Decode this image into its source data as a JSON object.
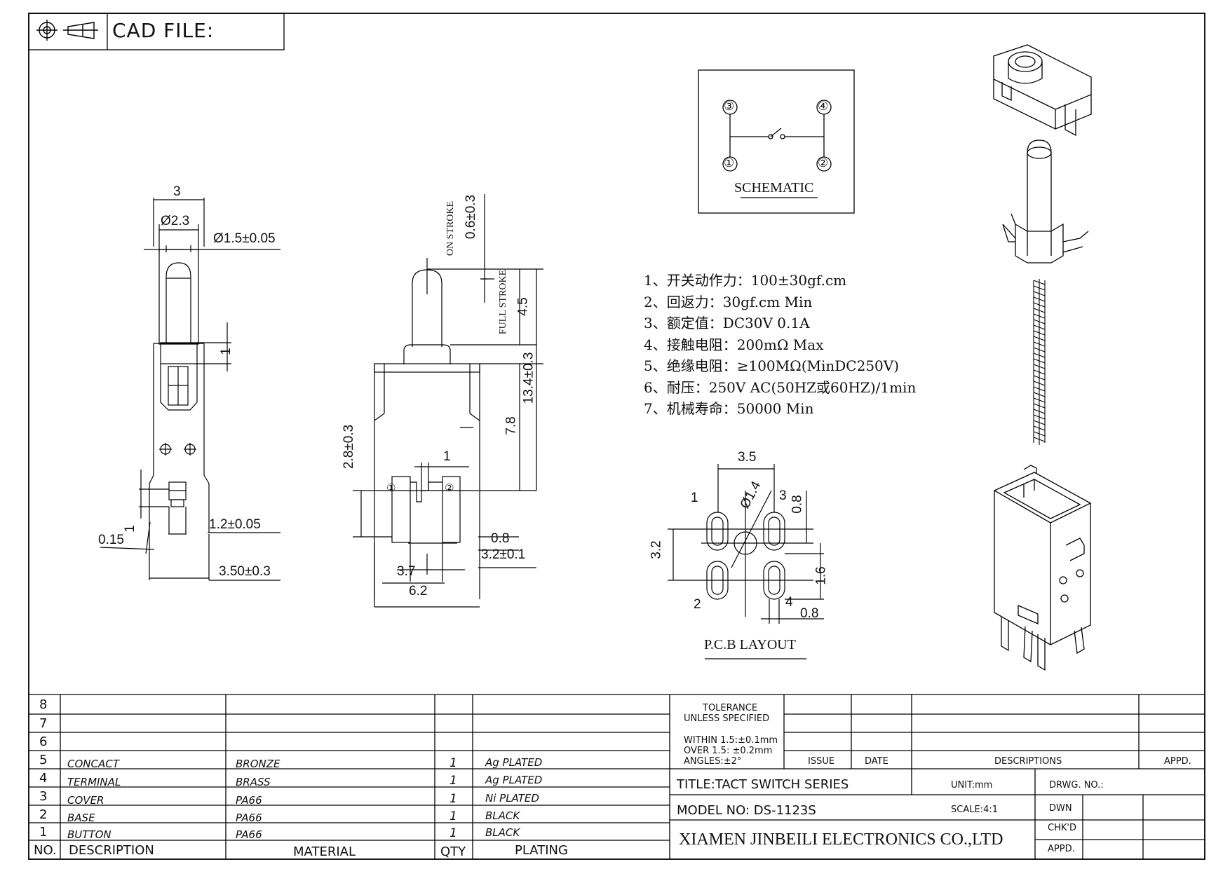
{
  "header": {
    "cad_label": "CAD FILE:",
    "symbol_icons": [
      "first-angle-projection-circle-icon",
      "first-angle-projection-cone-icon"
    ]
  },
  "side_view": {
    "dims": {
      "width_top": "3",
      "dia_button": "Ø2.3",
      "dia_shaft": "Ø1.5±0.05",
      "step": "1",
      "lead_small": "1",
      "lead_thick": "0.15",
      "lead_width": "1.2±0.05",
      "base_width": "3.50±0.3"
    }
  },
  "front_view": {
    "dims": {
      "on_stroke_label": "ON STROKE",
      "on_stroke": "0.6±0.3",
      "full_stroke_label": "FULL STROKE",
      "full_stroke": "4.5",
      "height": "13.4±0.3",
      "body_height": "7.8",
      "lead_height": "2.8±0.3",
      "pin_gap": "1",
      "pin_w": "0.8",
      "pin_len": "3.2±0.1",
      "pin_pitch": "3.7",
      "body_width": "6.2"
    },
    "pin_marks": [
      "①",
      "②"
    ]
  },
  "schematic": {
    "title": "SCHEMATIC",
    "pins": [
      "③",
      "④",
      "①",
      "②"
    ]
  },
  "specs": [
    "1、开关动作力：100±30gf.cm",
    "2、回返力：30gf.cm  Min",
    "3、额定值：DC30V 0.1A",
    "4、接触电阻：200mΩ  Max",
    "5、绝缘电阻：≥100MΩ(MinDC250V)",
    "6、耐压：250V AC(50HZ或60HZ)/1min",
    "7、机械寿命：50000 Min"
  ],
  "pcb_layout": {
    "title": "P.C.B LAYOUT",
    "dims": {
      "pitch_x": "3.5",
      "dia_center": "Ø1.4",
      "slot_h": "0.8",
      "pitch_y": "3.2",
      "slot_gap": "1.6",
      "slot_w": "0.8"
    },
    "pin_numbers": [
      "1",
      "3",
      "2",
      "4"
    ]
  },
  "bom": {
    "headers": {
      "no": "NO.",
      "description": "DESCRIPTION",
      "material": "MATERIAL",
      "qty": "QTY",
      "plating": "PLATING"
    },
    "rows": [
      {
        "no": "8",
        "description": "",
        "material": "",
        "qty": "",
        "plating": ""
      },
      {
        "no": "7",
        "description": "",
        "material": "",
        "qty": "",
        "plating": ""
      },
      {
        "no": "6",
        "description": "",
        "material": "",
        "qty": "",
        "plating": ""
      },
      {
        "no": "5",
        "description": "CONCACT",
        "material": "BRONZE",
        "qty": "1",
        "plating": "Ag PLATED"
      },
      {
        "no": "4",
        "description": "TERMINAL",
        "material": "BRASS",
        "qty": "1",
        "plating": "Ag PLATED"
      },
      {
        "no": "3",
        "description": "COVER",
        "material": "PA66",
        "qty": "1",
        "plating": "Ni PLATED"
      },
      {
        "no": "2",
        "description": "BASE",
        "material": "PA66",
        "qty": "1",
        "plating": "BLACK"
      },
      {
        "no": "1",
        "description": "BUTTON",
        "material": "PA66",
        "qty": "1",
        "plating": "BLACK"
      }
    ]
  },
  "title_block": {
    "tolerance_title": "TOLERANCE",
    "tolerance_sub": "UNLESS SPECIFIED",
    "tol_1": "WITHIN 1.5:±0.1mm",
    "tol_2": "OVER 1.5:  ±0.2mm",
    "tol_3": "ANGLES:±2°",
    "issue": "ISSUE",
    "date": "DATE",
    "descriptions": "DESCRIPTIONS",
    "appd": "APPD.",
    "title": "TITLE:TACT SWITCH SERIES",
    "unit": "UNIT:mm",
    "drwg_no": "DRWG. NO.:",
    "model": "MODEL NO: DS-1123S",
    "scale": "SCALE:4:1",
    "dwn": "DWN",
    "chkd": "CHK'D",
    "appd2": "APPD.",
    "company": "XIAMEN JINBEILI ELECTRONICS CO.,LTD"
  }
}
